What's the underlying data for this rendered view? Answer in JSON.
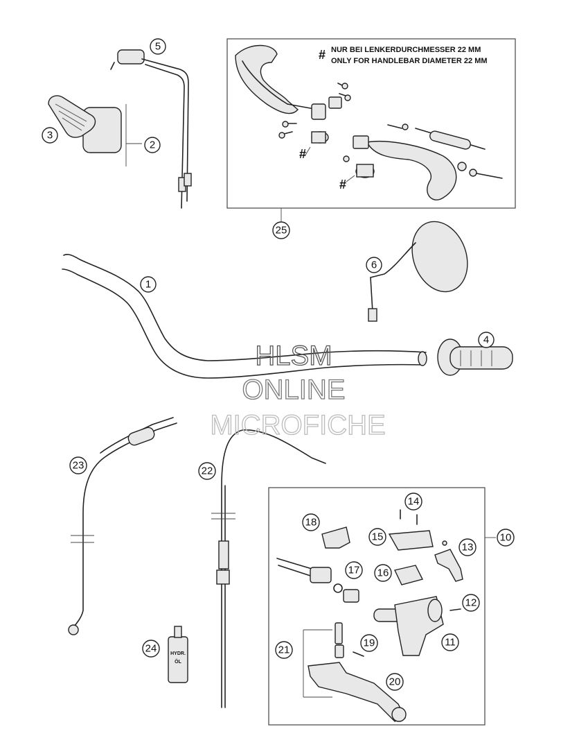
{
  "note": {
    "line_de": "NUR BEI LENKERDURCHMESSER 22 MM",
    "line_en": "ONLY FOR HANDLEBAR DIAMETER 22 MM",
    "marker": "#"
  },
  "watermark": {
    "line1": "HLSM",
    "line2": "ONLINE",
    "line3": "MICROFICHE"
  },
  "oil_bottle_label": {
    "line1": "HYDR.",
    "line2": "ÖL"
  },
  "callouts": {
    "c1": "1",
    "c2": "2",
    "c3": "3",
    "c4": "4",
    "c5": "5",
    "c6": "6",
    "c10": "10",
    "c11": "11",
    "c12": "12",
    "c13": "13",
    "c14": "14",
    "c15": "15",
    "c16": "16",
    "c17": "17",
    "c18": "18",
    "c19": "19",
    "c20": "20",
    "c21": "21",
    "c22": "22",
    "c23": "23",
    "c24": "24",
    "c25": "25"
  }
}
